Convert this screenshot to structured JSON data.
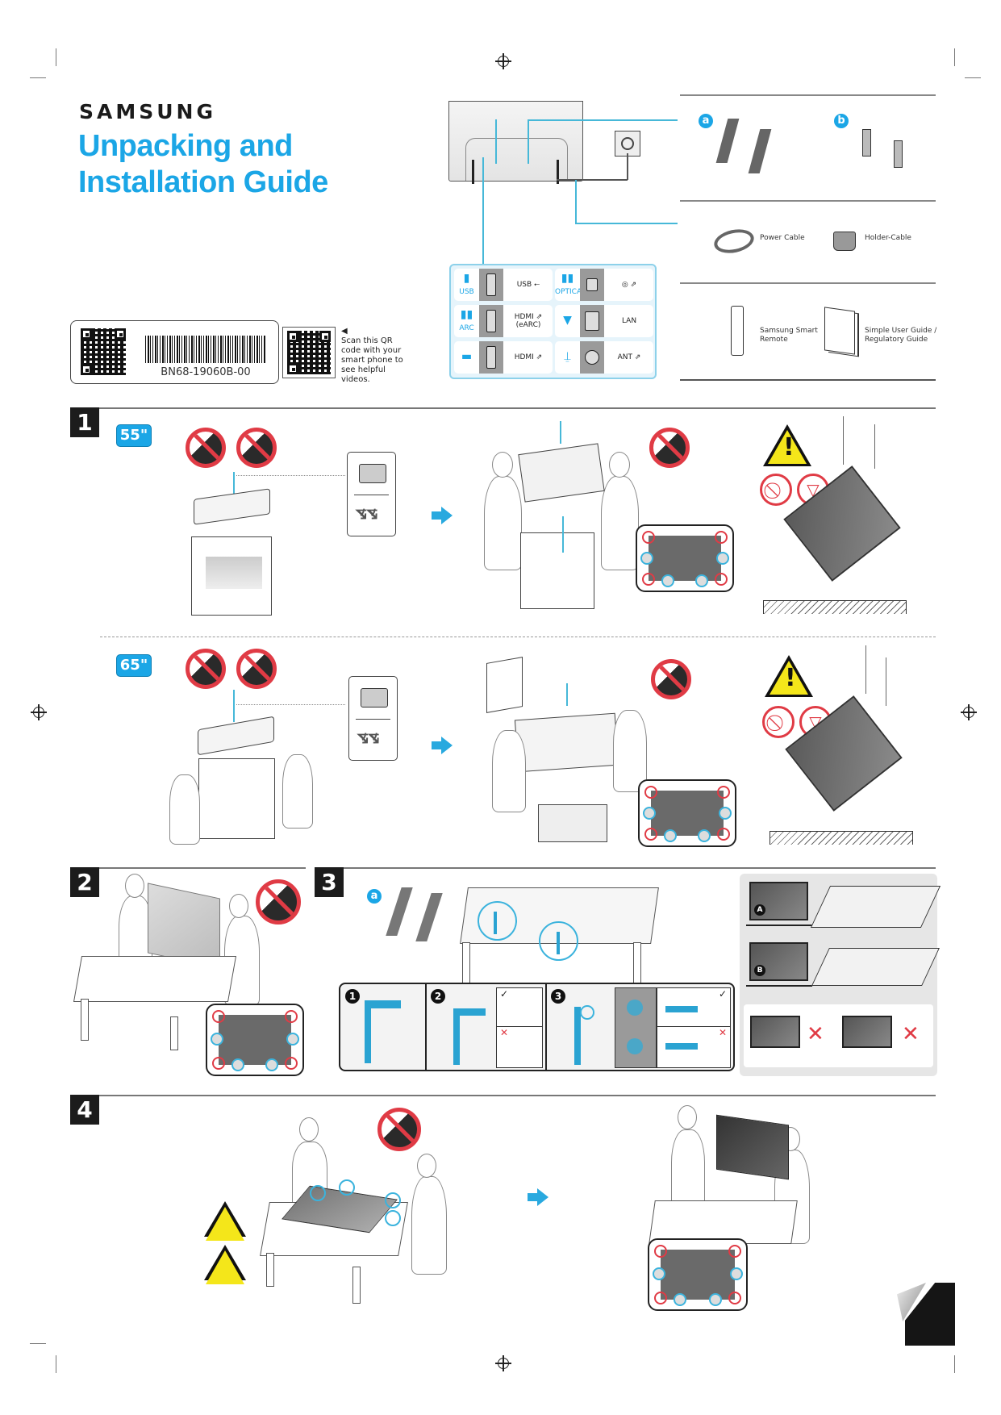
{
  "header": {
    "brand": "SAMSUNG",
    "title_line1": "Unpacking and",
    "title_line2": "Installation Guide",
    "accent_color": "#1ba6e6"
  },
  "label": {
    "part_number": "BN68-19060B-00",
    "qr_hint_arrow": "◀",
    "qr_hint_text": "Scan this QR code with your smart phone to see helpful videos."
  },
  "connectors": [
    {
      "icon": "usb-icon",
      "icon_label": "USB",
      "port": "usb-port",
      "label": "USB ⭠"
    },
    {
      "icon": "speaker-icon",
      "icon_label": "OPTICAL",
      "port": "optical-port",
      "label": "◎ ⇗"
    },
    {
      "icon": "speaker-icon",
      "icon_label": "ARC",
      "port": "hdmi-port",
      "label": "HDMI ⇗ (eARC)"
    },
    {
      "icon": "lan-plug-icon",
      "icon_label": "",
      "port": "lan-port",
      "label": "LAN"
    },
    {
      "icon": "soundbar-icon",
      "icon_label": "",
      "port": "hdmi-port",
      "label": "HDMI ⇗"
    },
    {
      "icon": "antenna-icon",
      "icon_label": "",
      "port": "ant-port",
      "label": "ANT ⇗"
    }
  ],
  "accessories": {
    "stand_badge": "a",
    "guide_badge": "b",
    "power_cable": "Power Cable",
    "holder_cable": "Holder-Cable",
    "remote": "Samsung Smart Remote",
    "guides": "Simple User Guide / Regulatory Guide"
  },
  "steps": {
    "step1": "1",
    "step2": "2",
    "step3": "3",
    "step4": "4",
    "size55": "55\"",
    "size65": "65\"",
    "stand_badge": "a",
    "sub1": "1",
    "sub2": "2",
    "sub3": "3",
    "check": "✓",
    "cross": "✕",
    "option_a": "A",
    "option_b": "B"
  }
}
